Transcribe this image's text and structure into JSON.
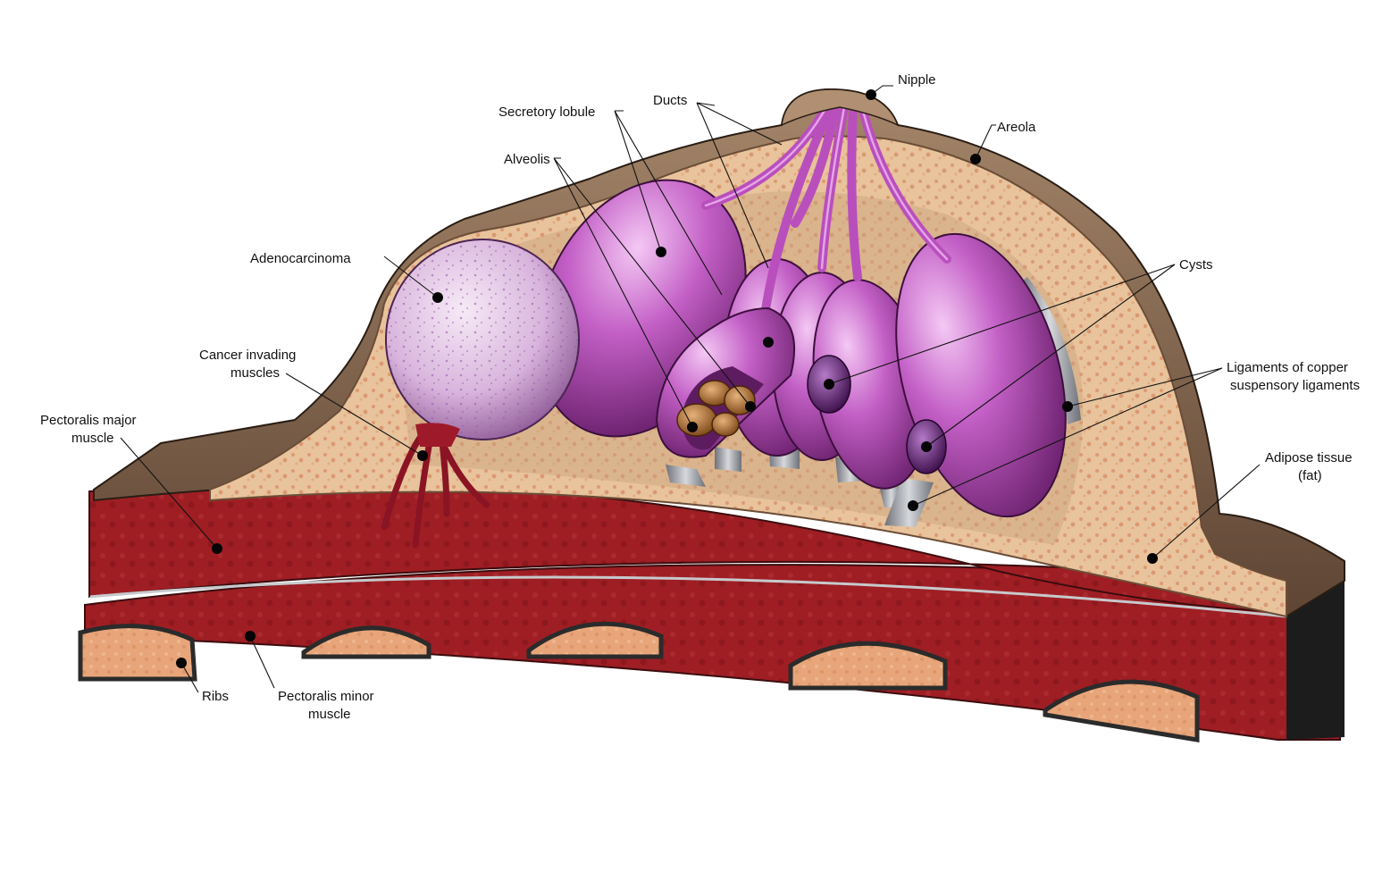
{
  "labels": {
    "nipple": "Nipple",
    "areola": "Areola",
    "ducts": "Ducts",
    "secretory_lobule": "Secretory lobule",
    "alveolis": "Alveolis",
    "adenocarcinoma": "Adenocarcinoma",
    "cancer_invading_1": "Cancer invading",
    "cancer_invading_2": "muscles",
    "pectoralis_major_1": "Pectoralis major",
    "pectoralis_major_2": "muscle",
    "cysts": "Cysts",
    "ligaments_1": "Ligaments of copper",
    "ligaments_2": "suspensory ligaments",
    "adipose_1": "Adipose tissue",
    "adipose_2": "(fat)",
    "ribs": "Ribs",
    "pectoralis_minor_1": "Pectoralis minor",
    "pectoralis_minor_2": "muscle"
  },
  "colors": {
    "skin": "#8a6a52",
    "adipose": "#e8c39c",
    "muscle": "#9e1e24",
    "rib": "#e8a57a",
    "lobule": "#c35fc6",
    "tumor": "#d8b4dc",
    "cyst": "#5a1a6e",
    "ligament": "#a9acb3",
    "alveoli": "#b8773a"
  }
}
